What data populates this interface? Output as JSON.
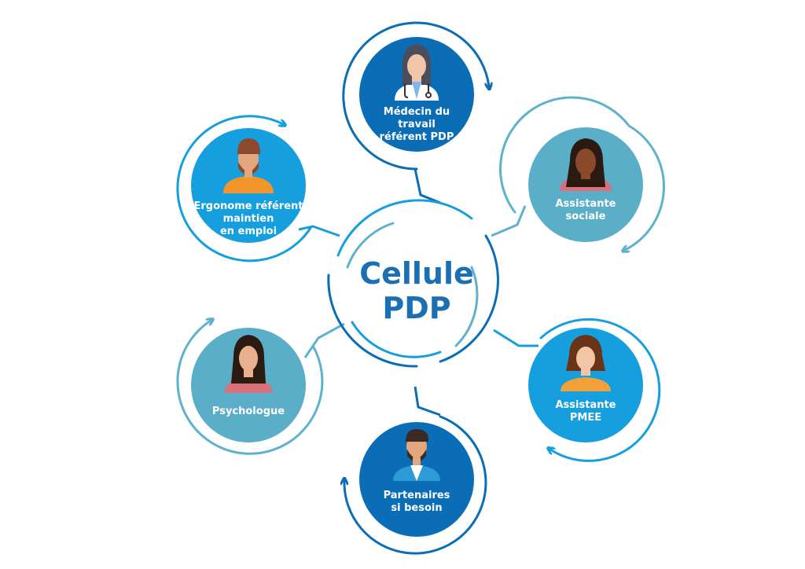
{
  "center": {
    "line1": "Cellule",
    "line2": "PDP"
  },
  "colors": {
    "dark_blue": "#0a6db5",
    "light_blue": "#169fde",
    "teal": "#5aaec8",
    "arrow_teal": "#5fb2cd",
    "title_blue": "#1b6fb3"
  },
  "nodes": [
    {
      "id": "medecin",
      "lines": [
        "Médecin du",
        "travail",
        "référent PDP"
      ],
      "icon": "doctor-icon"
    },
    {
      "id": "assistante-sociale",
      "lines": [
        "Assistante",
        "sociale"
      ],
      "icon": "woman-curly-hair-icon"
    },
    {
      "id": "assistante-pmee",
      "lines": [
        "Assistante",
        "PMEE"
      ],
      "icon": "woman-icon"
    },
    {
      "id": "partenaires",
      "lines": [
        "Partenaires",
        "si besoin"
      ],
      "icon": "bearded-man-icon"
    },
    {
      "id": "psychologue",
      "lines": [
        "Psychologue"
      ],
      "icon": "woman-long-hair-icon"
    },
    {
      "id": "ergonome",
      "lines": [
        "Ergonome référent",
        "maintien",
        "en emploi"
      ],
      "icon": "bearded-man-orange-icon"
    }
  ]
}
